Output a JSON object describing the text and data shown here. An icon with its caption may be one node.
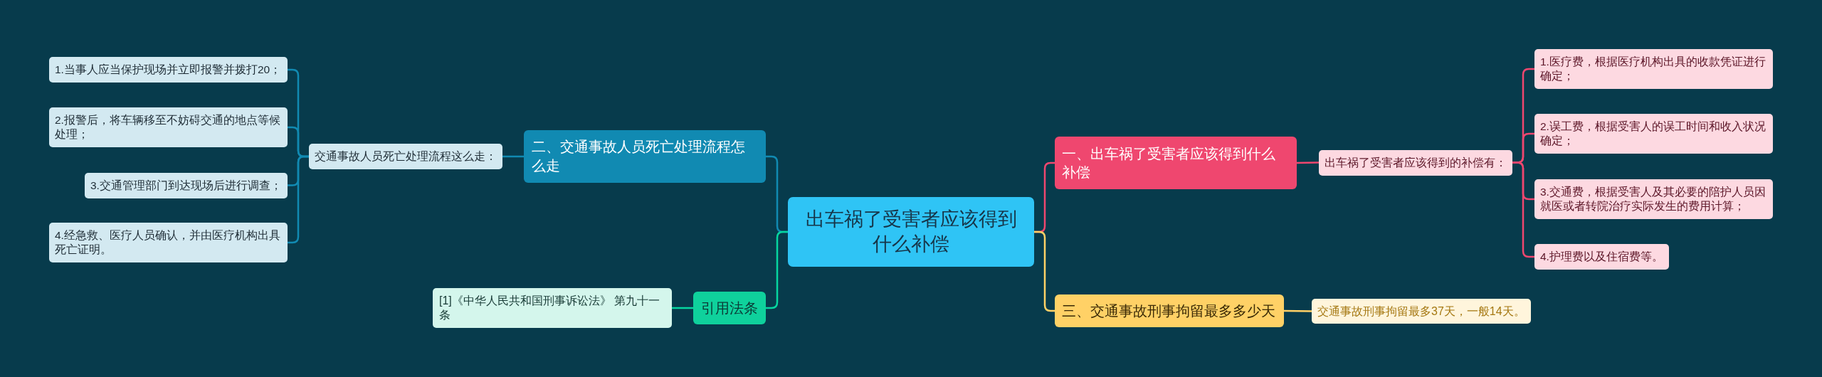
{
  "diagram": {
    "nodes": [
      {
        "text": [
          "出车祸了受害者应该得到什么补偿"
        ]
      },
      {
        "text": [
          "二、交通事故人员死亡处理流程怎么走"
        ]
      },
      {
        "text": [
          "交通事故人员死亡处理流程这么走："
        ]
      },
      {
        "text": [
          "1.当事人应当保护现场并立即报警并拨打20；"
        ]
      },
      {
        "text": [
          "2.报警后，将车辆移至不妨碍交通的地点等候处理；"
        ]
      },
      {
        "text": [
          "3.交通管理部门到达现场后进行调查；"
        ]
      },
      {
        "text": [
          "4.经急救、医疗人员确认，并由医疗机构出具死亡证明。"
        ]
      },
      {
        "text": [
          "引用法条"
        ]
      },
      {
        "text": [
          "[1]《中华人民共和国刑事诉讼法》 第九十一条"
        ]
      },
      {
        "text": [
          "一、出车祸了受害者应该得到什么补偿"
        ]
      },
      {
        "text": [
          "出车祸了受害者应该得到的补偿有："
        ]
      },
      {
        "text": [
          "1.医疗费，根据医疗机构出具的收款凭证进行确定；"
        ]
      },
      {
        "text": [
          "2.误工费，根据受害人的误工时间和收入状况确定；"
        ]
      },
      {
        "text": [
          "3.交通费，根据受害人及其必要的陪护人员因就医或者转院治疗实际发生的费用计算；"
        ]
      },
      {
        "text": [
          "4.护理费以及住宿费等。"
        ]
      },
      {
        "text": [
          "三、交通事故刑事拘留最多多少天"
        ]
      },
      {
        "text": [
          "交通事故刑事拘留最多37天，一般14天。"
        ]
      }
    ],
    "edges": [
      {
        "from": 0,
        "to": 1,
        "arrow": "none",
        "color": "#118ab2"
      },
      {
        "from": 1,
        "to": 2,
        "arrow": "none",
        "color": "#118ab2"
      },
      {
        "from": 2,
        "to": 3,
        "arrow": "none",
        "color": "#118ab2"
      },
      {
        "from": 2,
        "to": 4,
        "arrow": "none",
        "color": "#118ab2"
      },
      {
        "from": 2,
        "to": 5,
        "arrow": "none",
        "color": "#118ab2"
      },
      {
        "from": 2,
        "to": 6,
        "arrow": "none",
        "color": "#118ab2"
      },
      {
        "from": 0,
        "to": 7,
        "arrow": "none",
        "color": "#06d6a0"
      },
      {
        "from": 7,
        "to": 8,
        "arrow": "none",
        "color": "#06d6a0"
      },
      {
        "from": 0,
        "to": 9,
        "arrow": "none",
        "color": "#ef476f"
      },
      {
        "from": 9,
        "to": 10,
        "arrow": "none",
        "color": "#ef476f"
      },
      {
        "from": 10,
        "to": 11,
        "arrow": "none",
        "color": "#ef476f"
      },
      {
        "from": 10,
        "to": 12,
        "arrow": "none",
        "color": "#ef476f"
      },
      {
        "from": 10,
        "to": 13,
        "arrow": "none",
        "color": "#ef476f"
      },
      {
        "from": 10,
        "to": 14,
        "arrow": "none",
        "color": "#ef476f"
      },
      {
        "from": 0,
        "to": 15,
        "arrow": "none",
        "color": "#ffd166"
      },
      {
        "from": 15,
        "to": 16,
        "arrow": "none",
        "color": "#ffd166"
      }
    ]
  }
}
